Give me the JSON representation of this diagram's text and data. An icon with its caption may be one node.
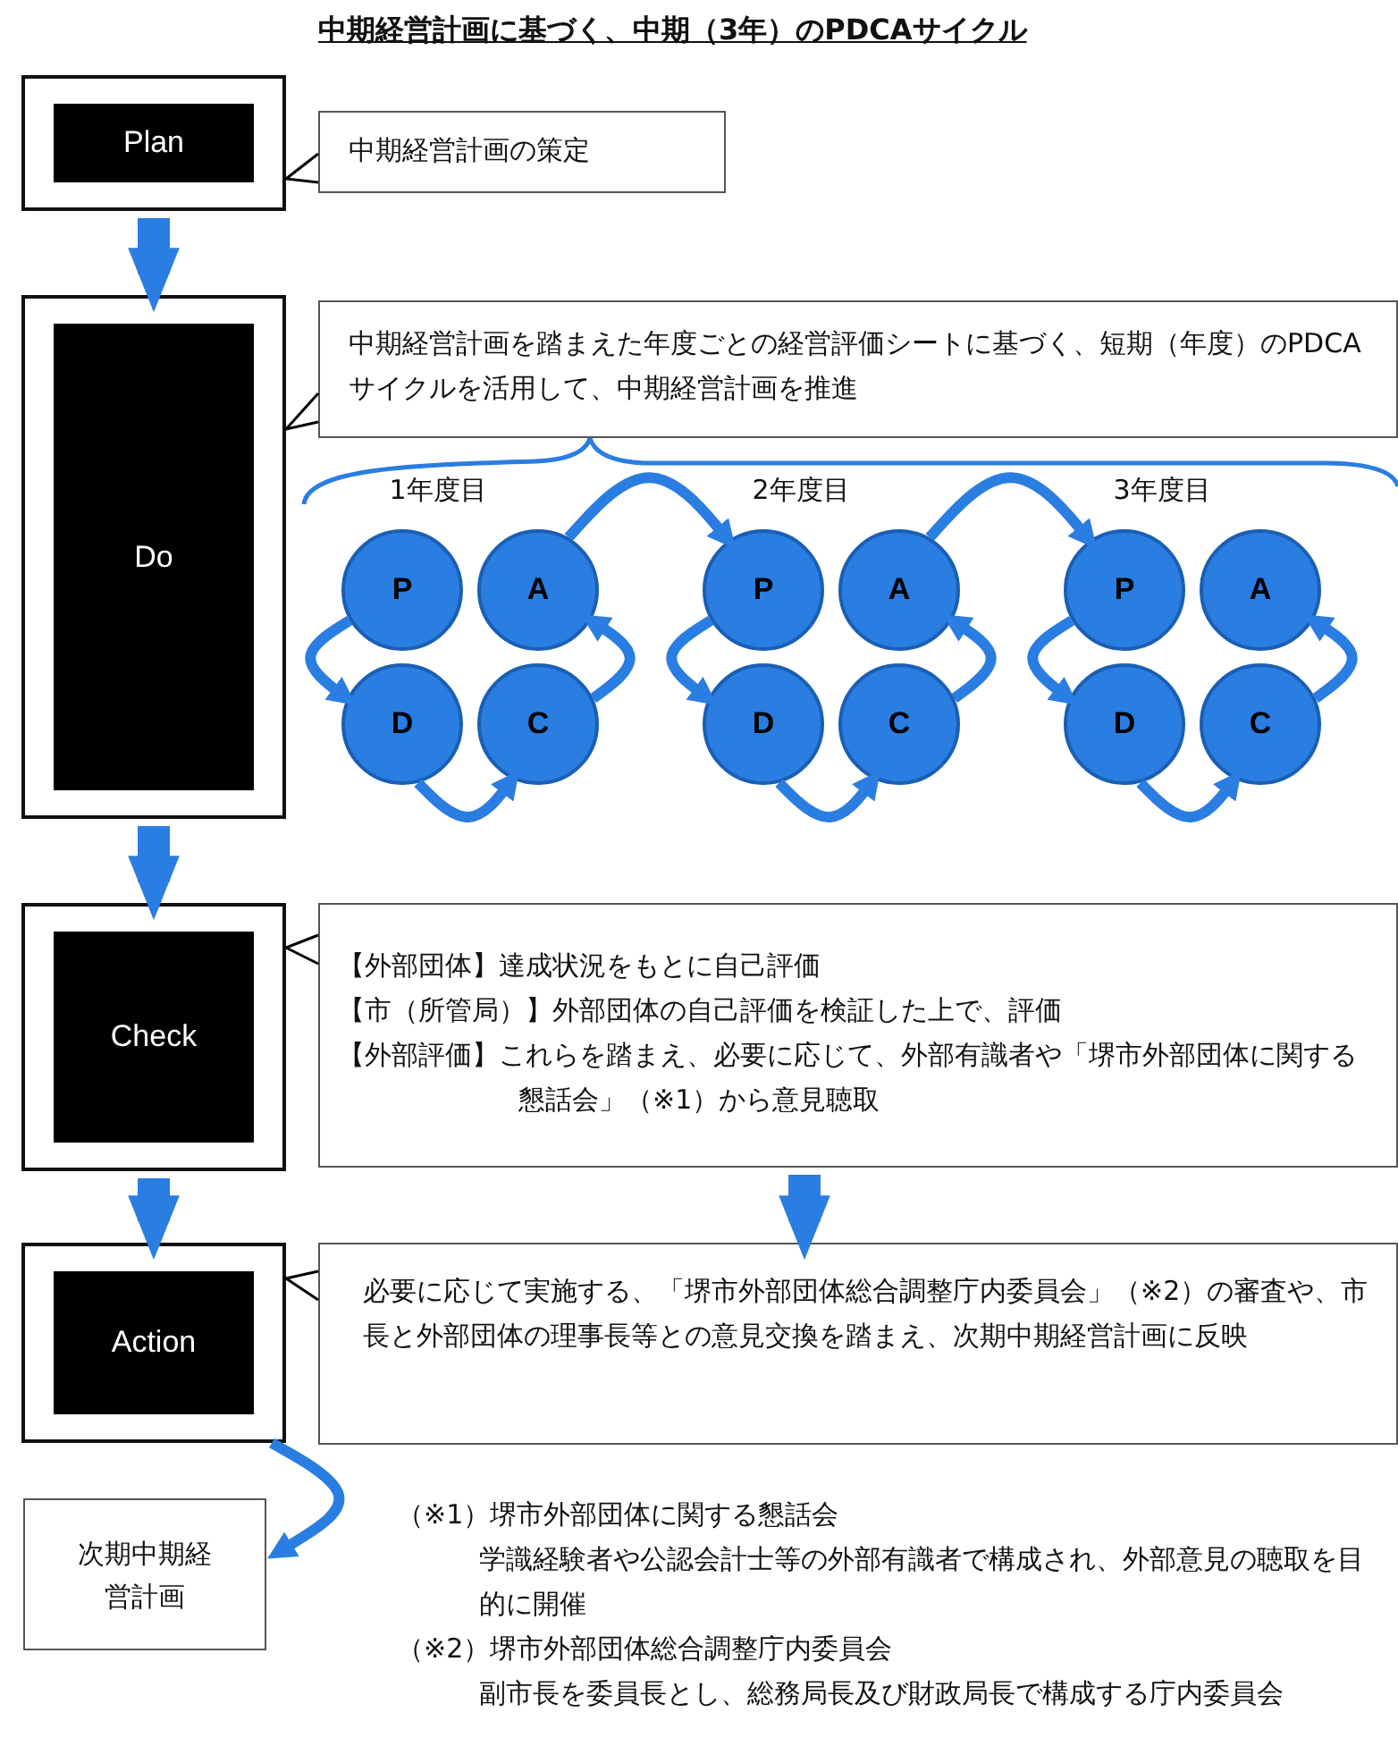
{
  "diagram": {
    "title": "中期経営計画に基づく、中期（3年）のPDCAサイクル",
    "nodes": [
      {
        "text": [
          "Plan"
        ]
      },
      {
        "text": [
          "中期経営計画の策定"
        ]
      },
      {
        "text": [
          "Do"
        ]
      },
      {
        "text": [
          "中期経営計画を踏まえた年度ごとの経営評価シートに基づく、短期（年度）のPDCAサイクルを活用して、中期経営計画を推進"
        ]
      },
      {
        "text": [
          "P"
        ]
      },
      {
        "text": [
          "A"
        ]
      },
      {
        "text": [
          "D"
        ]
      },
      {
        "text": [
          "C"
        ]
      },
      {
        "text": [
          "P"
        ]
      },
      {
        "text": [
          "A"
        ]
      },
      {
        "text": [
          "D"
        ]
      },
      {
        "text": [
          "C"
        ]
      },
      {
        "text": [
          "P"
        ]
      },
      {
        "text": [
          "A"
        ]
      },
      {
        "text": [
          "D"
        ]
      },
      {
        "text": [
          "C"
        ]
      },
      {
        "text": [
          "Check"
        ]
      },
      {
        "text": [
          "【外部団体】達成状況をもとに自己評価",
          "【市（所管局）】外部団体の自己評価を検証した上で、評価",
          "【外部評価】これらを踏まえ、必要に応じて、外部有識者や「堺市外部団体に関する懇話会」（※1）から意見聴取"
        ]
      },
      {
        "text": [
          "Action"
        ]
      },
      {
        "text": [
          "必要に応じて実施する、「堺市外部団体総合調整庁内委員会」（※2）の審査や、市長と外部団体の理事長等との意見交換を踏まえ、次期中期経営計画に反映"
        ]
      },
      {
        "text": [
          "次期中期経営計画"
        ]
      }
    ],
    "edges": [
      {
        "from": 1,
        "to": 0,
        "arrow": "none",
        "color": "#000000"
      },
      {
        "from": 3,
        "to": 2,
        "arrow": "none",
        "color": "#000000"
      },
      {
        "from": 17,
        "to": 16,
        "arrow": "none",
        "color": "#000000"
      },
      {
        "from": 19,
        "to": 18,
        "arrow": "none",
        "color": "#000000"
      },
      {
        "from": 0,
        "to": 2,
        "arrow": "to",
        "style": "thick"
      },
      {
        "from": 2,
        "to": 16,
        "arrow": "to",
        "style": "thick"
      },
      {
        "from": 16,
        "to": 18,
        "arrow": "to",
        "style": "thick"
      },
      {
        "from": 17,
        "to": 19,
        "arrow": "to",
        "style": "thick"
      },
      {
        "from": 18,
        "to": 20,
        "arrow": "to"
      },
      {
        "from": 4,
        "to": 6,
        "arrow": "to"
      },
      {
        "from": 6,
        "to": 7,
        "arrow": "to"
      },
      {
        "from": 7,
        "to": 5,
        "arrow": "to"
      },
      {
        "from": 5,
        "to": 8,
        "arrow": "to"
      },
      {
        "from": 8,
        "to": 10,
        "arrow": "to"
      },
      {
        "from": 10,
        "to": 11,
        "arrow": "to"
      },
      {
        "from": 11,
        "to": 9,
        "arrow": "to"
      },
      {
        "from": 9,
        "to": 12,
        "arrow": "to"
      },
      {
        "from": 12,
        "to": 14,
        "arrow": "to"
      },
      {
        "from": 14,
        "to": 15,
        "arrow": "to"
      },
      {
        "from": 15,
        "to": 13,
        "arrow": "to"
      }
    ],
    "labels": [
      "1年度目",
      "2年度目",
      "3年度目",
      "（※1）堺市外部団体に関する懇話会",
      "学識経験者や公認会計士等の外部有識者で構成され、外部意見の聴取を目的に開催",
      "（※2）堺市外部団体総合調整庁内委員会",
      "副市長を委員長とし、総務局長及び財政局長で構成する庁内委員会"
    ]
  }
}
